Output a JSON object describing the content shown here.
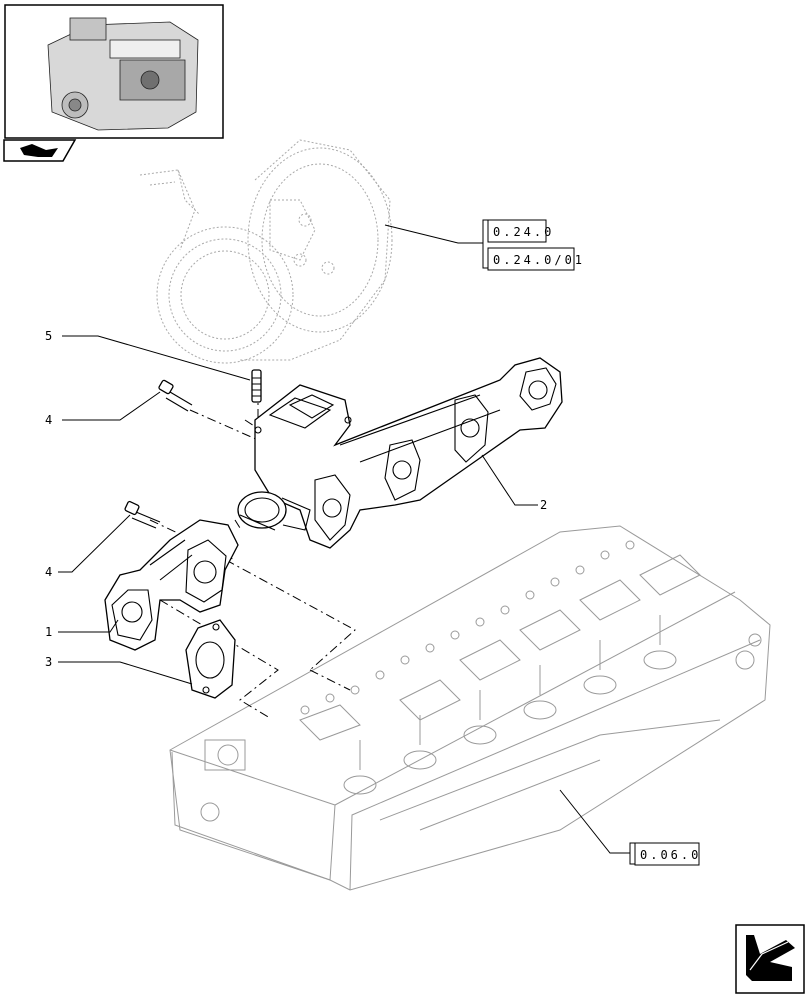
{
  "callouts": {
    "c1": "1",
    "c2": "2",
    "c3": "3",
    "c4a": "4",
    "c4b": "4",
    "c5": "5"
  },
  "references": {
    "turbo_a": "0.24.0",
    "turbo_b": "0.24.0/01",
    "cylinder_head": "0.06.0"
  },
  "icons": {
    "thumbnail": "engine-thumbnail-icon",
    "section": "book-icon",
    "navigation": "next-page-arrow-icon"
  }
}
